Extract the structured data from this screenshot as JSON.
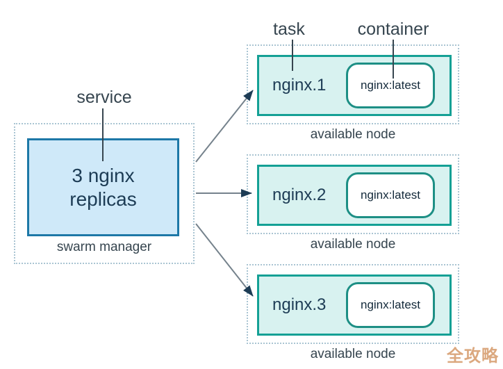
{
  "diagram": {
    "float_labels": {
      "service": "service",
      "task": "task",
      "container": "container"
    },
    "manager": {
      "box_text": "3 nginx\nreplicas",
      "caption": "swarm manager"
    },
    "nodes": [
      {
        "task_name": "nginx.1",
        "container_image": "nginx:latest",
        "caption": "available node"
      },
      {
        "task_name": "nginx.2",
        "container_image": "nginx:latest",
        "caption": "available node"
      },
      {
        "task_name": "nginx.3",
        "container_image": "nginx:latest",
        "caption": "available node"
      }
    ],
    "watermark": "全攻略",
    "colors": {
      "node_border": "#14a095",
      "node_fill": "#d8f2f0",
      "container_border": "#1d8f85",
      "container_fill": "#ffffff",
      "manager_border": "#1d78a7",
      "manager_fill": "#cfe9f9",
      "dotted_border": "#a9c4d2",
      "arrow_shaft": "#75828c",
      "arrow_head": "#1d3c55",
      "box_text": "#1d3c55",
      "label_text": "#36454f",
      "watermark_text": "#dba87f"
    }
  }
}
